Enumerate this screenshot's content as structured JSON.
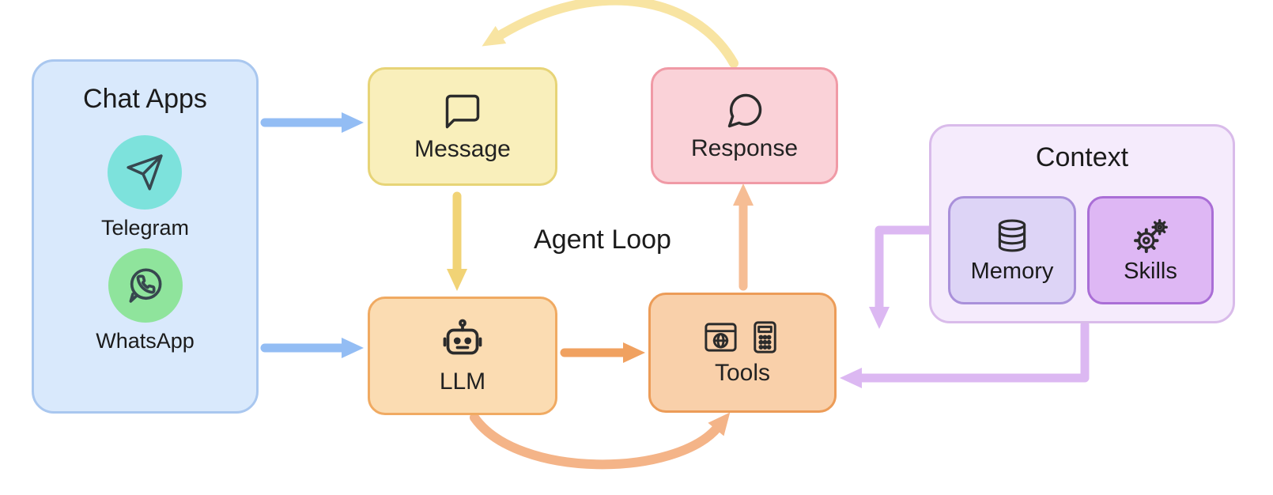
{
  "loop_label": "Agent Loop",
  "chat_apps": {
    "title": "Chat Apps",
    "apps": [
      {
        "label": "Telegram",
        "icon": "telegram-icon",
        "color": "#7de2dc"
      },
      {
        "label": "WhatsApp",
        "icon": "whatsapp-icon",
        "color": "#8fe49c"
      }
    ]
  },
  "nodes": {
    "message": {
      "label": "Message",
      "icon": "speech-bubble-square-icon",
      "fill": "#f9efbb",
      "border": "#e7d477"
    },
    "response": {
      "label": "Response",
      "icon": "speech-bubble-round-icon",
      "fill": "#fad2d8",
      "border": "#f09aa6"
    },
    "llm": {
      "label": "LLM",
      "icon": "robot-icon",
      "fill": "#fbdcb2",
      "border": "#f0aa62"
    },
    "tools": {
      "label": "Tools",
      "icon": "browser-and-calculator-icon",
      "fill": "#f9d0aa",
      "border": "#ec9c58"
    }
  },
  "context": {
    "title": "Context",
    "items": [
      {
        "label": "Memory",
        "icon": "database-icon",
        "fill": "#ddd4f6"
      },
      {
        "label": "Skills",
        "icon": "gears-icon",
        "fill": "#deb7f4"
      }
    ]
  },
  "edges": [
    {
      "from": "Chat Apps",
      "to": "Message",
      "color": "#93bdf4",
      "style": "straight"
    },
    {
      "from": "Chat Apps",
      "to": "LLM",
      "color": "#93bdf4",
      "style": "straight"
    },
    {
      "from": "Message",
      "to": "LLM",
      "color": "#f1d376",
      "style": "straight"
    },
    {
      "from": "Response",
      "to": "Message",
      "color": "#f8e4a2",
      "style": "curved-top"
    },
    {
      "from": "LLM",
      "to": "Tools",
      "color": "#f0a160",
      "style": "straight"
    },
    {
      "from": "Tools",
      "to": "Response",
      "color": "#f6bd94",
      "style": "straight"
    },
    {
      "from": "LLM",
      "to": "Tools",
      "color": "#f4b488",
      "style": "curved-bottom"
    },
    {
      "from": "Context",
      "to": "Tools",
      "color": "#dcb8f2",
      "style": "elbow-down"
    },
    {
      "from": "Context",
      "to": "Tools",
      "color": "#dcb8f2",
      "style": "elbow-left"
    }
  ]
}
